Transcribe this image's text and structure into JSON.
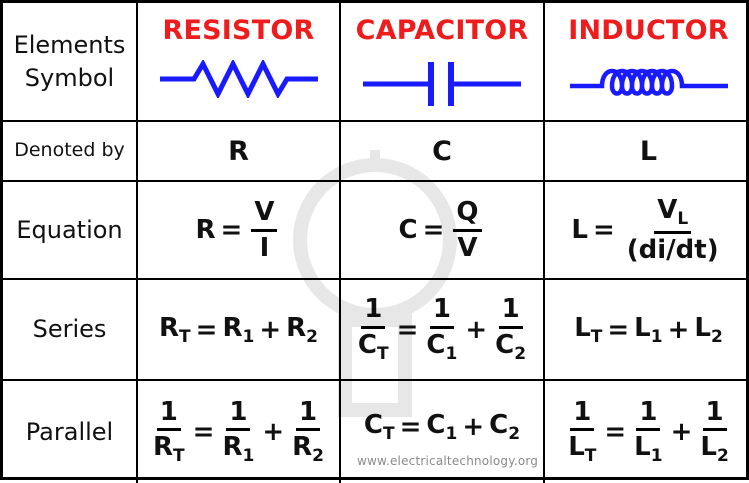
{
  "header": {
    "row_label": "Elements Symbol",
    "resistor": "RESISTOR",
    "capacitor": "CAPACITOR",
    "inductor": "INDUCTOR"
  },
  "denoted": {
    "label": "Denoted by",
    "resistor": "R",
    "capacitor": "C",
    "inductor": "L"
  },
  "equation": {
    "label": "Equation",
    "resistor": {
      "lhs": "R",
      "eq": "=",
      "num": "V",
      "den": "I"
    },
    "capacitor": {
      "lhs": "C",
      "eq": "=",
      "num": "Q",
      "den": "V"
    },
    "inductor": {
      "lhs": "L",
      "eq": "=",
      "num_base": "V",
      "num_sub": "L",
      "den": "(di/dt)"
    }
  },
  "series": {
    "label": "Series",
    "resistor": {
      "t_base": "R",
      "t_sub": "T",
      "eq": "=",
      "a_base": "R",
      "a_sub": "1",
      "plus": "+",
      "b_base": "R",
      "b_sub": "2"
    },
    "capacitor": {
      "one": "1",
      "t_base": "C",
      "t_sub": "T",
      "eq": "=",
      "a_base": "C",
      "a_sub": "1",
      "plus": "+",
      "b_base": "C",
      "b_sub": "2"
    },
    "inductor": {
      "t_base": "L",
      "t_sub": "T",
      "eq": "=",
      "a_base": "L",
      "a_sub": "1",
      "plus": "+",
      "b_base": "L",
      "b_sub": "2"
    }
  },
  "parallel": {
    "label": "Parallel",
    "resistor": {
      "one": "1",
      "t_base": "R",
      "t_sub": "T",
      "eq": "=",
      "a_base": "R",
      "a_sub": "1",
      "plus": "+",
      "b_base": "R",
      "b_sub": "2"
    },
    "capacitor": {
      "t_base": "C",
      "t_sub": "T",
      "eq": "=",
      "a_base": "C",
      "a_sub": "1",
      "plus": "+",
      "b_base": "C",
      "b_sub": "2"
    },
    "inductor": {
      "one": "1",
      "t_base": "L",
      "t_sub": "T",
      "eq": "=",
      "a_base": "L",
      "a_sub": "1",
      "plus": "+",
      "b_base": "L",
      "b_sub": "2"
    }
  },
  "watermark": "www.electricaltechnology.org",
  "colors": {
    "title_red": "#ee1c1c",
    "symbol_blue": "#1a1aff",
    "border": "#000000"
  },
  "icons": [
    "resistor-symbol",
    "capacitor-symbol",
    "inductor-symbol",
    "lightbulb-watermark"
  ]
}
